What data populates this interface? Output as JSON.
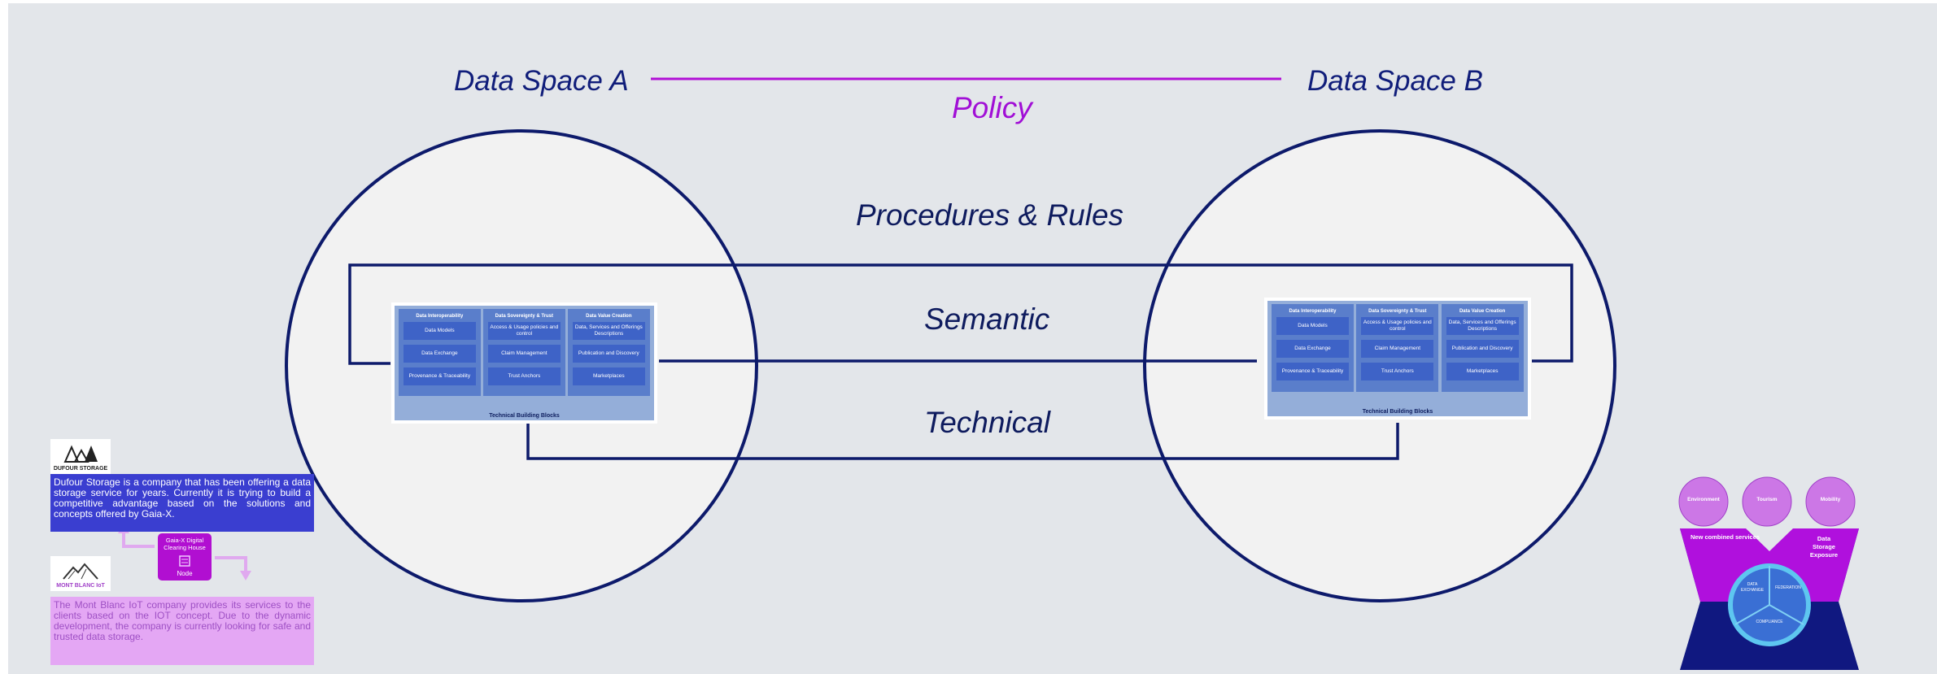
{
  "data_spaces": {
    "a_title": "Data Space A",
    "b_title": "Data Space B",
    "link_label": "Policy"
  },
  "layers": {
    "procedures": "Procedures & Rules",
    "semantic": "Semantic",
    "technical": "Technical"
  },
  "building_blocks": {
    "caption": "Technical Building Blocks",
    "columns": [
      {
        "title": "Data Interoperability",
        "items": [
          "Data Models",
          "Data Exchange",
          "Provenance & Traceability"
        ]
      },
      {
        "title": "Data Sovereignty & Trust",
        "items": [
          "Access & Usage policies and control",
          "Claim Management",
          "Trust Anchors"
        ]
      },
      {
        "title": "Data Value Creation",
        "items": [
          "Data, Services and Offerings Descriptions",
          "Publication and Discovery",
          "Marketplaces"
        ]
      }
    ]
  },
  "companies": {
    "dufour": {
      "logo_text": "DUFOUR STORAGE",
      "description": "Dufour Storage is a company that has been offering a data storage service for years. Currently it is trying to build a competitive advantage based on the solutions and concepts offered by Gaia-X."
    },
    "montblanc": {
      "logo_text": "MONT BLANC IoT",
      "description": "The Mont Blanc IoT company provides its services to the clients based on the IOT concept. Due to the dynamic development, the company is currently looking for safe and trusted data storage."
    },
    "clearing_node": {
      "title": "Gaia-X Digital Clearing House",
      "label": "Node"
    }
  },
  "ecosystem": {
    "bubbles": [
      "Environment",
      "Tourism",
      "Mobility"
    ],
    "left_label": "New combined services",
    "right_label": "Data Storage Exposure",
    "ring_segments": [
      "DATA EXCHANGE",
      "FEDERATION",
      "COMPLIANCE"
    ]
  },
  "colors": {
    "navy": "#0d1a6b",
    "policy_magenta": "#b10fd6",
    "circle_fill": "#f2f2f2",
    "block_blue": "#3e63c7"
  }
}
